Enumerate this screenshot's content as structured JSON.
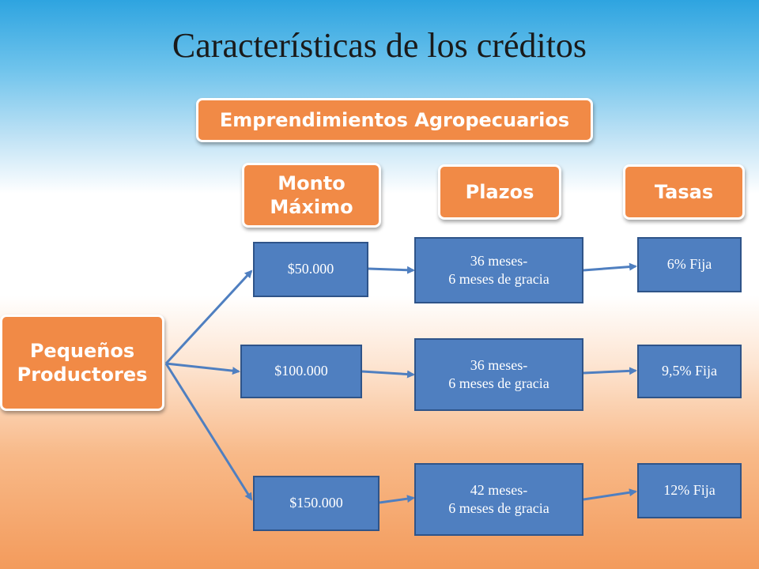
{
  "title": "Características de los créditos",
  "header": "Emprendimientos Agropecuarios",
  "columns": {
    "monto": "Monto\nMáximo",
    "plazos": "Plazos",
    "tasas": "Tasas"
  },
  "source": "Pequeños\nProductores",
  "rows": [
    {
      "monto": "$50.000",
      "plazo": "36 meses-\n6 meses de gracia",
      "tasa": "6% Fija"
    },
    {
      "monto": "$100.000",
      "plazo": "36 meses-\n6 meses de gracia",
      "tasa": "9,5% Fija"
    },
    {
      "monto": "$150.000",
      "plazo": "42 meses-\n6 meses de gracia",
      "tasa": "12% Fija"
    }
  ],
  "colors": {
    "pill": "#f18a46",
    "box": "#4f7fc0",
    "arrow": "#4f7fc0"
  }
}
